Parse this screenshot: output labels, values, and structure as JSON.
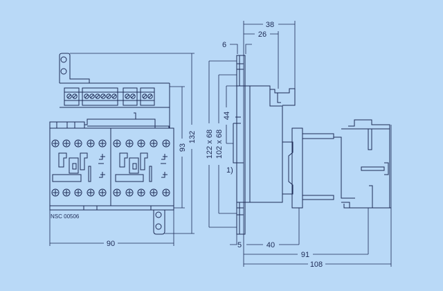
{
  "drawing": {
    "code": "NSC 00506",
    "front_view": {
      "width_label": "90",
      "body_height_label": "93",
      "total_height_label": "132"
    },
    "side_view": {
      "dim_38": "38",
      "dim_26": "26",
      "dim_6": "6",
      "dim_122x68": "122 x 68",
      "dim_102x68": "102 x 68",
      "dim_44": "44",
      "note_1": "1)",
      "dim_5": "5",
      "dim_40": "40",
      "dim_91": "91",
      "dim_108": "108"
    },
    "colors": {
      "background": "#b9d9f7",
      "line": "#1d2a55"
    }
  }
}
